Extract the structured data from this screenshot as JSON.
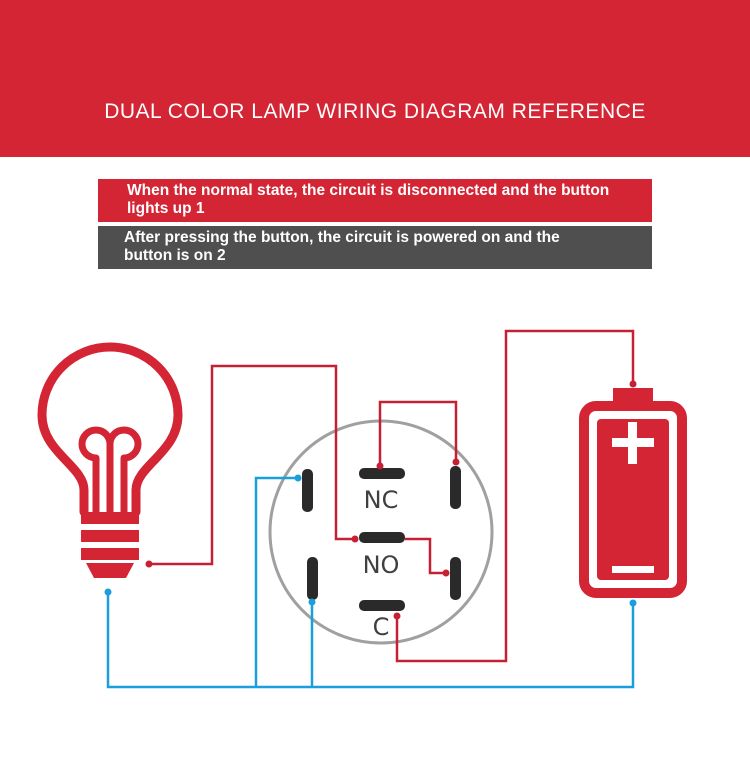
{
  "header": {
    "title": "DUAL COLOR LAMP WIRING DIAGRAM REFERENCE"
  },
  "notes": {
    "normal_state": "When the normal state, the circuit is disconnected and the button lights up 1",
    "pressed_state": "After pressing the button, the circuit is powered on and the button is on 2"
  },
  "switch": {
    "pin_nc": "NC",
    "pin_no": "NO",
    "pin_c": "C"
  },
  "battery": {
    "positive_symbol": "+",
    "negative_symbol": "−"
  },
  "colors": {
    "accent_red": "#d42535",
    "wire_red": "#c62034",
    "wire_blue": "#1a9fdc",
    "dark_gray": "#4f4f4f",
    "pin_dark": "#2a2a2a",
    "ring_gray": "#a0a0a0"
  },
  "icons": {
    "lamp": "light-bulb-icon",
    "battery": "battery-icon"
  }
}
